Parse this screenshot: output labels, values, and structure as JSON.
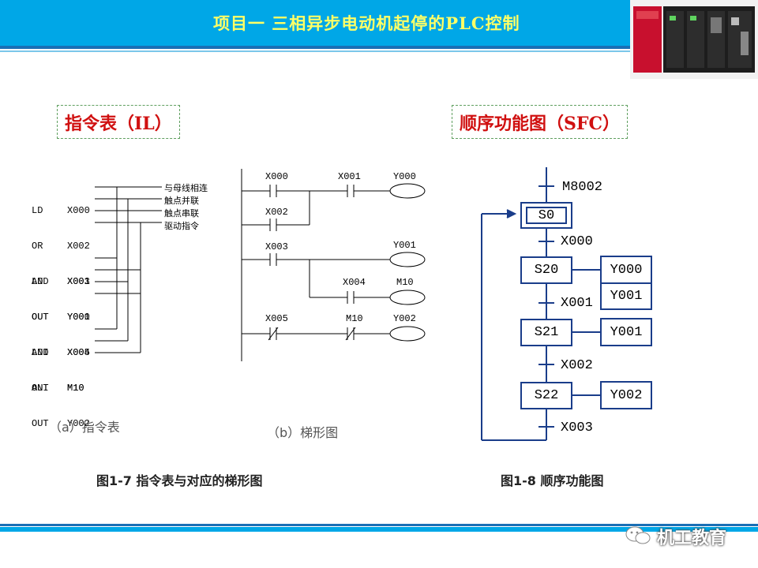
{
  "header": {
    "title": "项目一   三相异步电动机起停的PLC控制"
  },
  "labels": {
    "il": "指令表（IL）",
    "sfc": "顺序功能图（SFC）"
  },
  "il": {
    "group1": [
      {
        "op": "LD",
        "arg": "X000"
      },
      {
        "op": "OR",
        "arg": "X002"
      },
      {
        "op": "AND",
        "arg": "X001"
      },
      {
        "op": "OUT",
        "arg": "Y000"
      }
    ],
    "group2": [
      {
        "op": "LD",
        "arg": "X003"
      },
      {
        "op": "OUT",
        "arg": "Y001"
      },
      {
        "op": "AND",
        "arg": "X004"
      },
      {
        "op": "OUT",
        "arg": "M10"
      }
    ],
    "group3": [
      {
        "op": "LDI",
        "arg": "X005"
      },
      {
        "op": "ANI",
        "arg": "M10"
      },
      {
        "op": "OUT",
        "arg": "Y002"
      }
    ],
    "notes": [
      "与母线相连",
      "触点并联",
      "触点串联",
      "驱动指令"
    ]
  },
  "ladder": {
    "contacts": [
      "X000",
      "X001",
      "X002",
      "X003",
      "X004",
      "X005",
      "M10"
    ],
    "coils": [
      "Y000",
      "Y001",
      "M10",
      "Y002"
    ]
  },
  "sfc": {
    "initial_condition": "M8002",
    "steps": [
      "S0",
      "S20",
      "S21",
      "S22"
    ],
    "transitions": [
      "X000",
      "X001",
      "X002",
      "X003"
    ],
    "actions": {
      "s20": [
        "Y000",
        "Y001"
      ],
      "s21": [
        "Y001"
      ],
      "s22": [
        "Y002"
      ]
    }
  },
  "captions": {
    "a": "（a）指令表",
    "b": "（b）梯形图",
    "fig7": "图1-7   指令表与对应的梯形图",
    "fig8": "图1-8   顺序功能图"
  },
  "footer": {
    "watermark": "机工教育"
  },
  "colors": {
    "header": "#00a7e7",
    "title": "#ffff66",
    "label": "#d01010",
    "sfc_border": "#1a3d8a"
  }
}
